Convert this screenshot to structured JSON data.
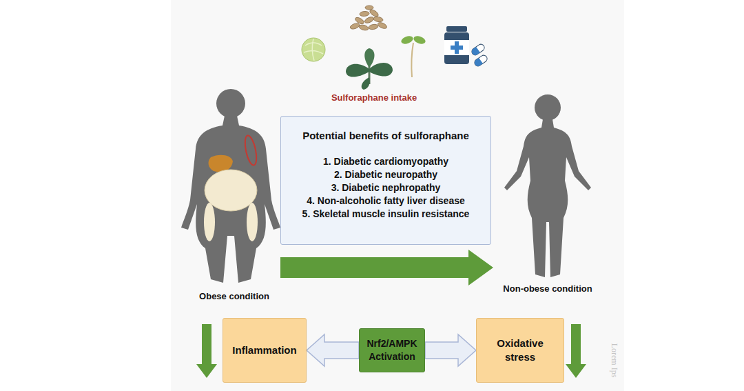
{
  "diagram": {
    "nodes": [
      {
        "text": [
          "Potential benefits of sulforaphane",
          "1.  Diabetic cardiomyopathy",
          "2. Diabetic neuropathy",
          "3. Diabetic nephropathy",
          "4. Non-alcoholic fatty liver disease",
          "5. Skeletal muscle insulin resistance"
        ]
      },
      {
        "text": [
          "Inflammation"
        ]
      },
      {
        "text": [
          "Nrf2/AMPK Activation"
        ]
      },
      {
        "text": [
          "Oxidative stress"
        ]
      }
    ],
    "edges": [
      {
        "from": 2,
        "to": 1,
        "arrow": "to"
      },
      {
        "from": 2,
        "to": 3,
        "arrow": "to"
      }
    ],
    "labels": [
      "Sulforaphane intake",
      "Obese condition",
      "Non-obese condition",
      "Lorem Ips"
    ]
  }
}
